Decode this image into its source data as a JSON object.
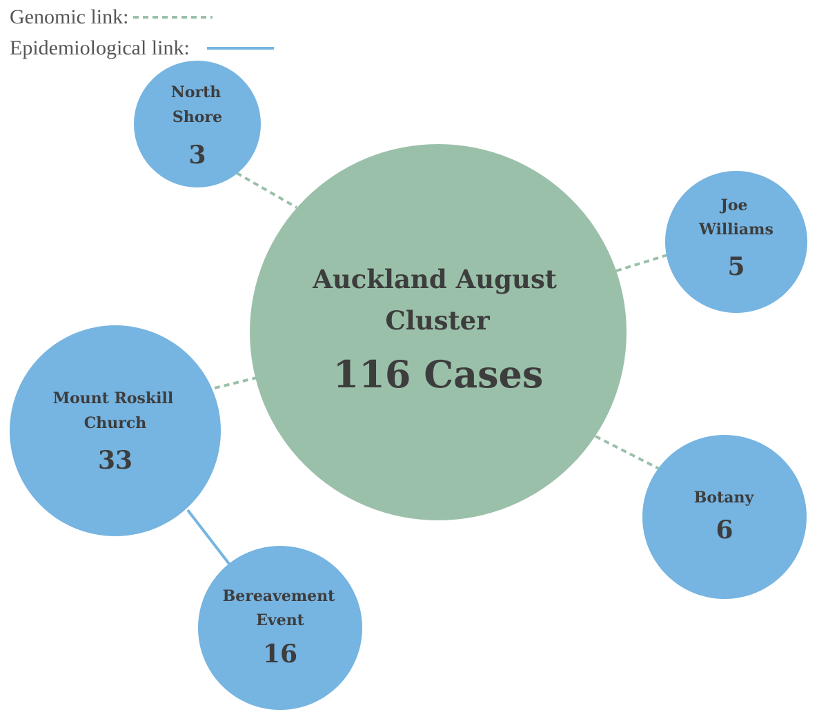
{
  "legend": {
    "genomic_label": "Genomic link:",
    "epi_label": "Epidemiological link:"
  },
  "colors": {
    "cluster": "#9bc0aa",
    "subcluster": "#76b4e1",
    "genomic_link": "#9bc0aa",
    "epi_link": "#76b4e1",
    "text": "#3d3d3d",
    "legend_text": "#555555"
  },
  "center": {
    "label_line1": "Auckland August",
    "label_line2": "Cluster",
    "count": "116 Cases"
  },
  "subclusters": {
    "north_shore": {
      "label_line1": "North",
      "label_line2": "Shore",
      "count": "3",
      "cases": 3
    },
    "joe_williams": {
      "label_line1": "Joe",
      "label_line2": "Williams",
      "count": "5",
      "cases": 5
    },
    "mount_roskill": {
      "label_line1": "Mount Roskill",
      "label_line2": "Church",
      "count": "33",
      "cases": 33
    },
    "botany": {
      "label_line1": "Botany",
      "count": "6",
      "cases": 6
    },
    "bereavement": {
      "label_line1": "Bereavement",
      "label_line2": "Event",
      "count": "16",
      "cases": 16
    }
  },
  "links": [
    {
      "from": "center",
      "to": "north_shore",
      "type": "genomic"
    },
    {
      "from": "center",
      "to": "joe_williams",
      "type": "genomic"
    },
    {
      "from": "center",
      "to": "mount_roskill",
      "type": "genomic"
    },
    {
      "from": "center",
      "to": "botany",
      "type": "genomic"
    },
    {
      "from": "mount_roskill",
      "to": "bereavement",
      "type": "epidemiological"
    }
  ]
}
